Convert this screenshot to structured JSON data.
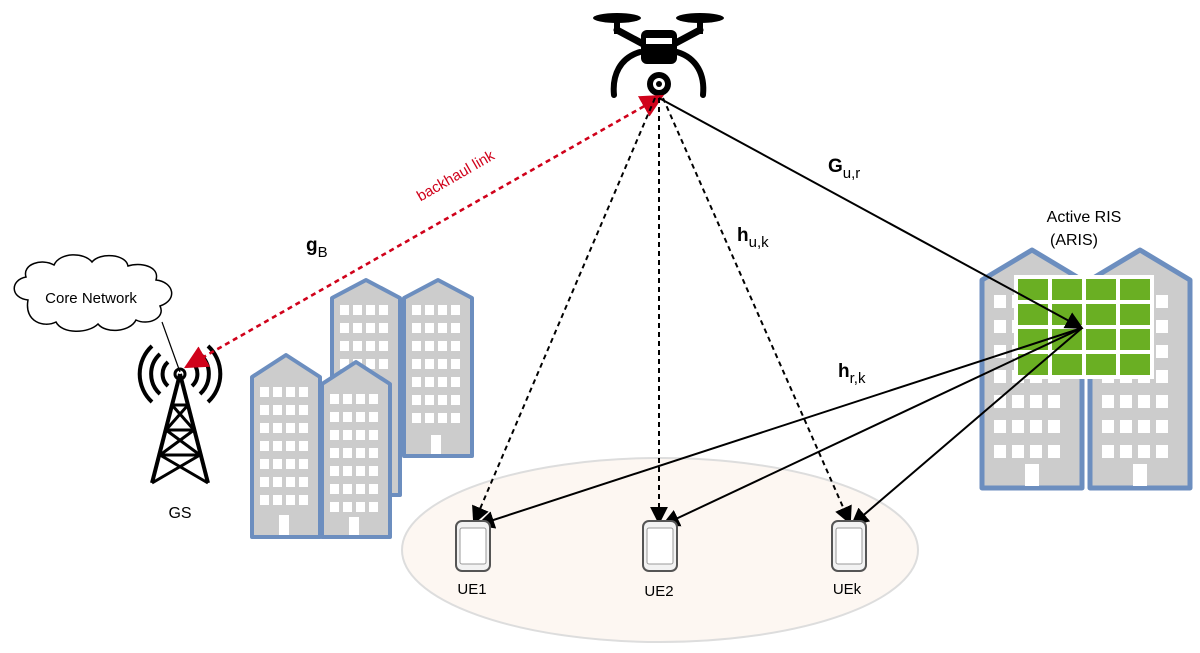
{
  "nodes": {
    "core_network": "Core Network",
    "ground_station": "GS",
    "active_ris_line1": "Active RIS",
    "active_ris_line2": "(ARIS)",
    "ue1": "UE1",
    "ue2": "UE2",
    "uek": "UEk"
  },
  "links": {
    "backhaul": "backhaul link",
    "g_b": {
      "main": "g",
      "sub": "B"
    },
    "g_ur": {
      "main": "G",
      "sub": "u,r"
    },
    "h_uk": {
      "main": "h",
      "sub": "u,k"
    },
    "h_rk": {
      "main": "h",
      "sub": "r,k"
    }
  },
  "colors": {
    "building_fill": "#cccccc",
    "building_stroke": "#6c8ebf",
    "ris_element": "#6aaf23",
    "backhaul": "#d0021b",
    "coverage_fill": "#fdf7f2",
    "coverage_stroke": "#dddddd"
  }
}
